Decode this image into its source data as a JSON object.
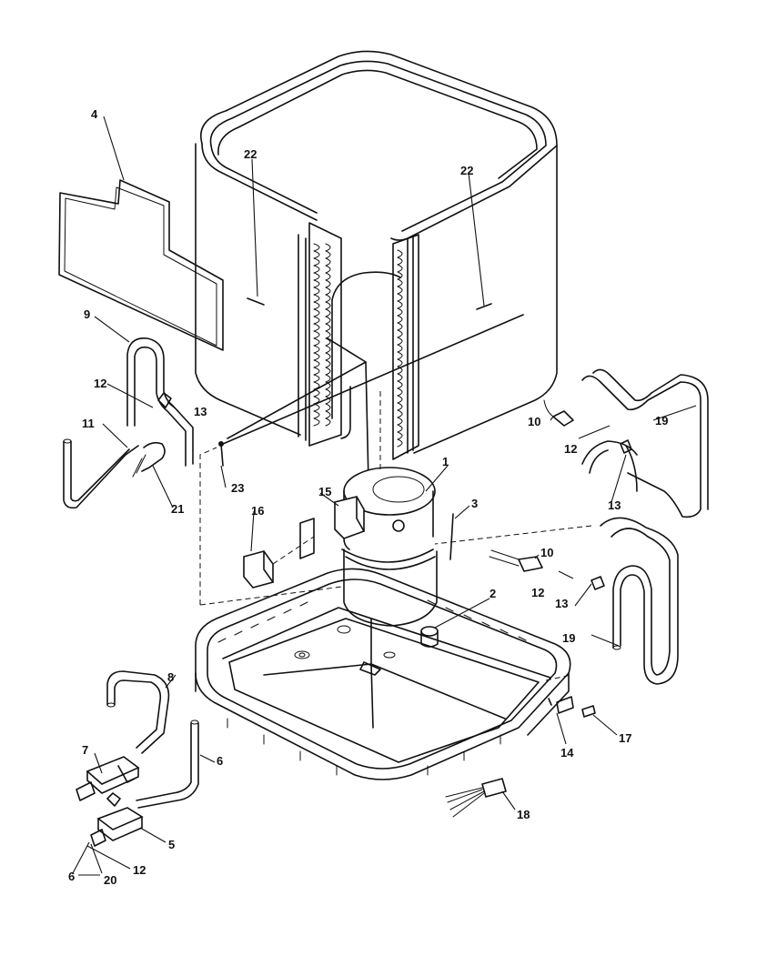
{
  "diagram": {
    "labels": {
      "p1": "1",
      "p2": "2",
      "p3": "3",
      "p4": "4",
      "p5": "5",
      "p6a": "6",
      "p6b": "6",
      "p7": "7",
      "p8": "8",
      "p9": "9",
      "p10a": "10",
      "p10b": "10",
      "p11": "11",
      "p12a": "12",
      "p12b": "12",
      "p12c": "12",
      "p12d": "12",
      "p13a": "13",
      "p13b": "13",
      "p13c": "13",
      "p14": "14",
      "p15": "15",
      "p16": "16",
      "p17": "17",
      "p18": "18",
      "p19a": "19",
      "p19b": "19",
      "p20": "20",
      "p21": "21",
      "p22a": "22",
      "p22b": "22",
      "p23": "23"
    }
  }
}
